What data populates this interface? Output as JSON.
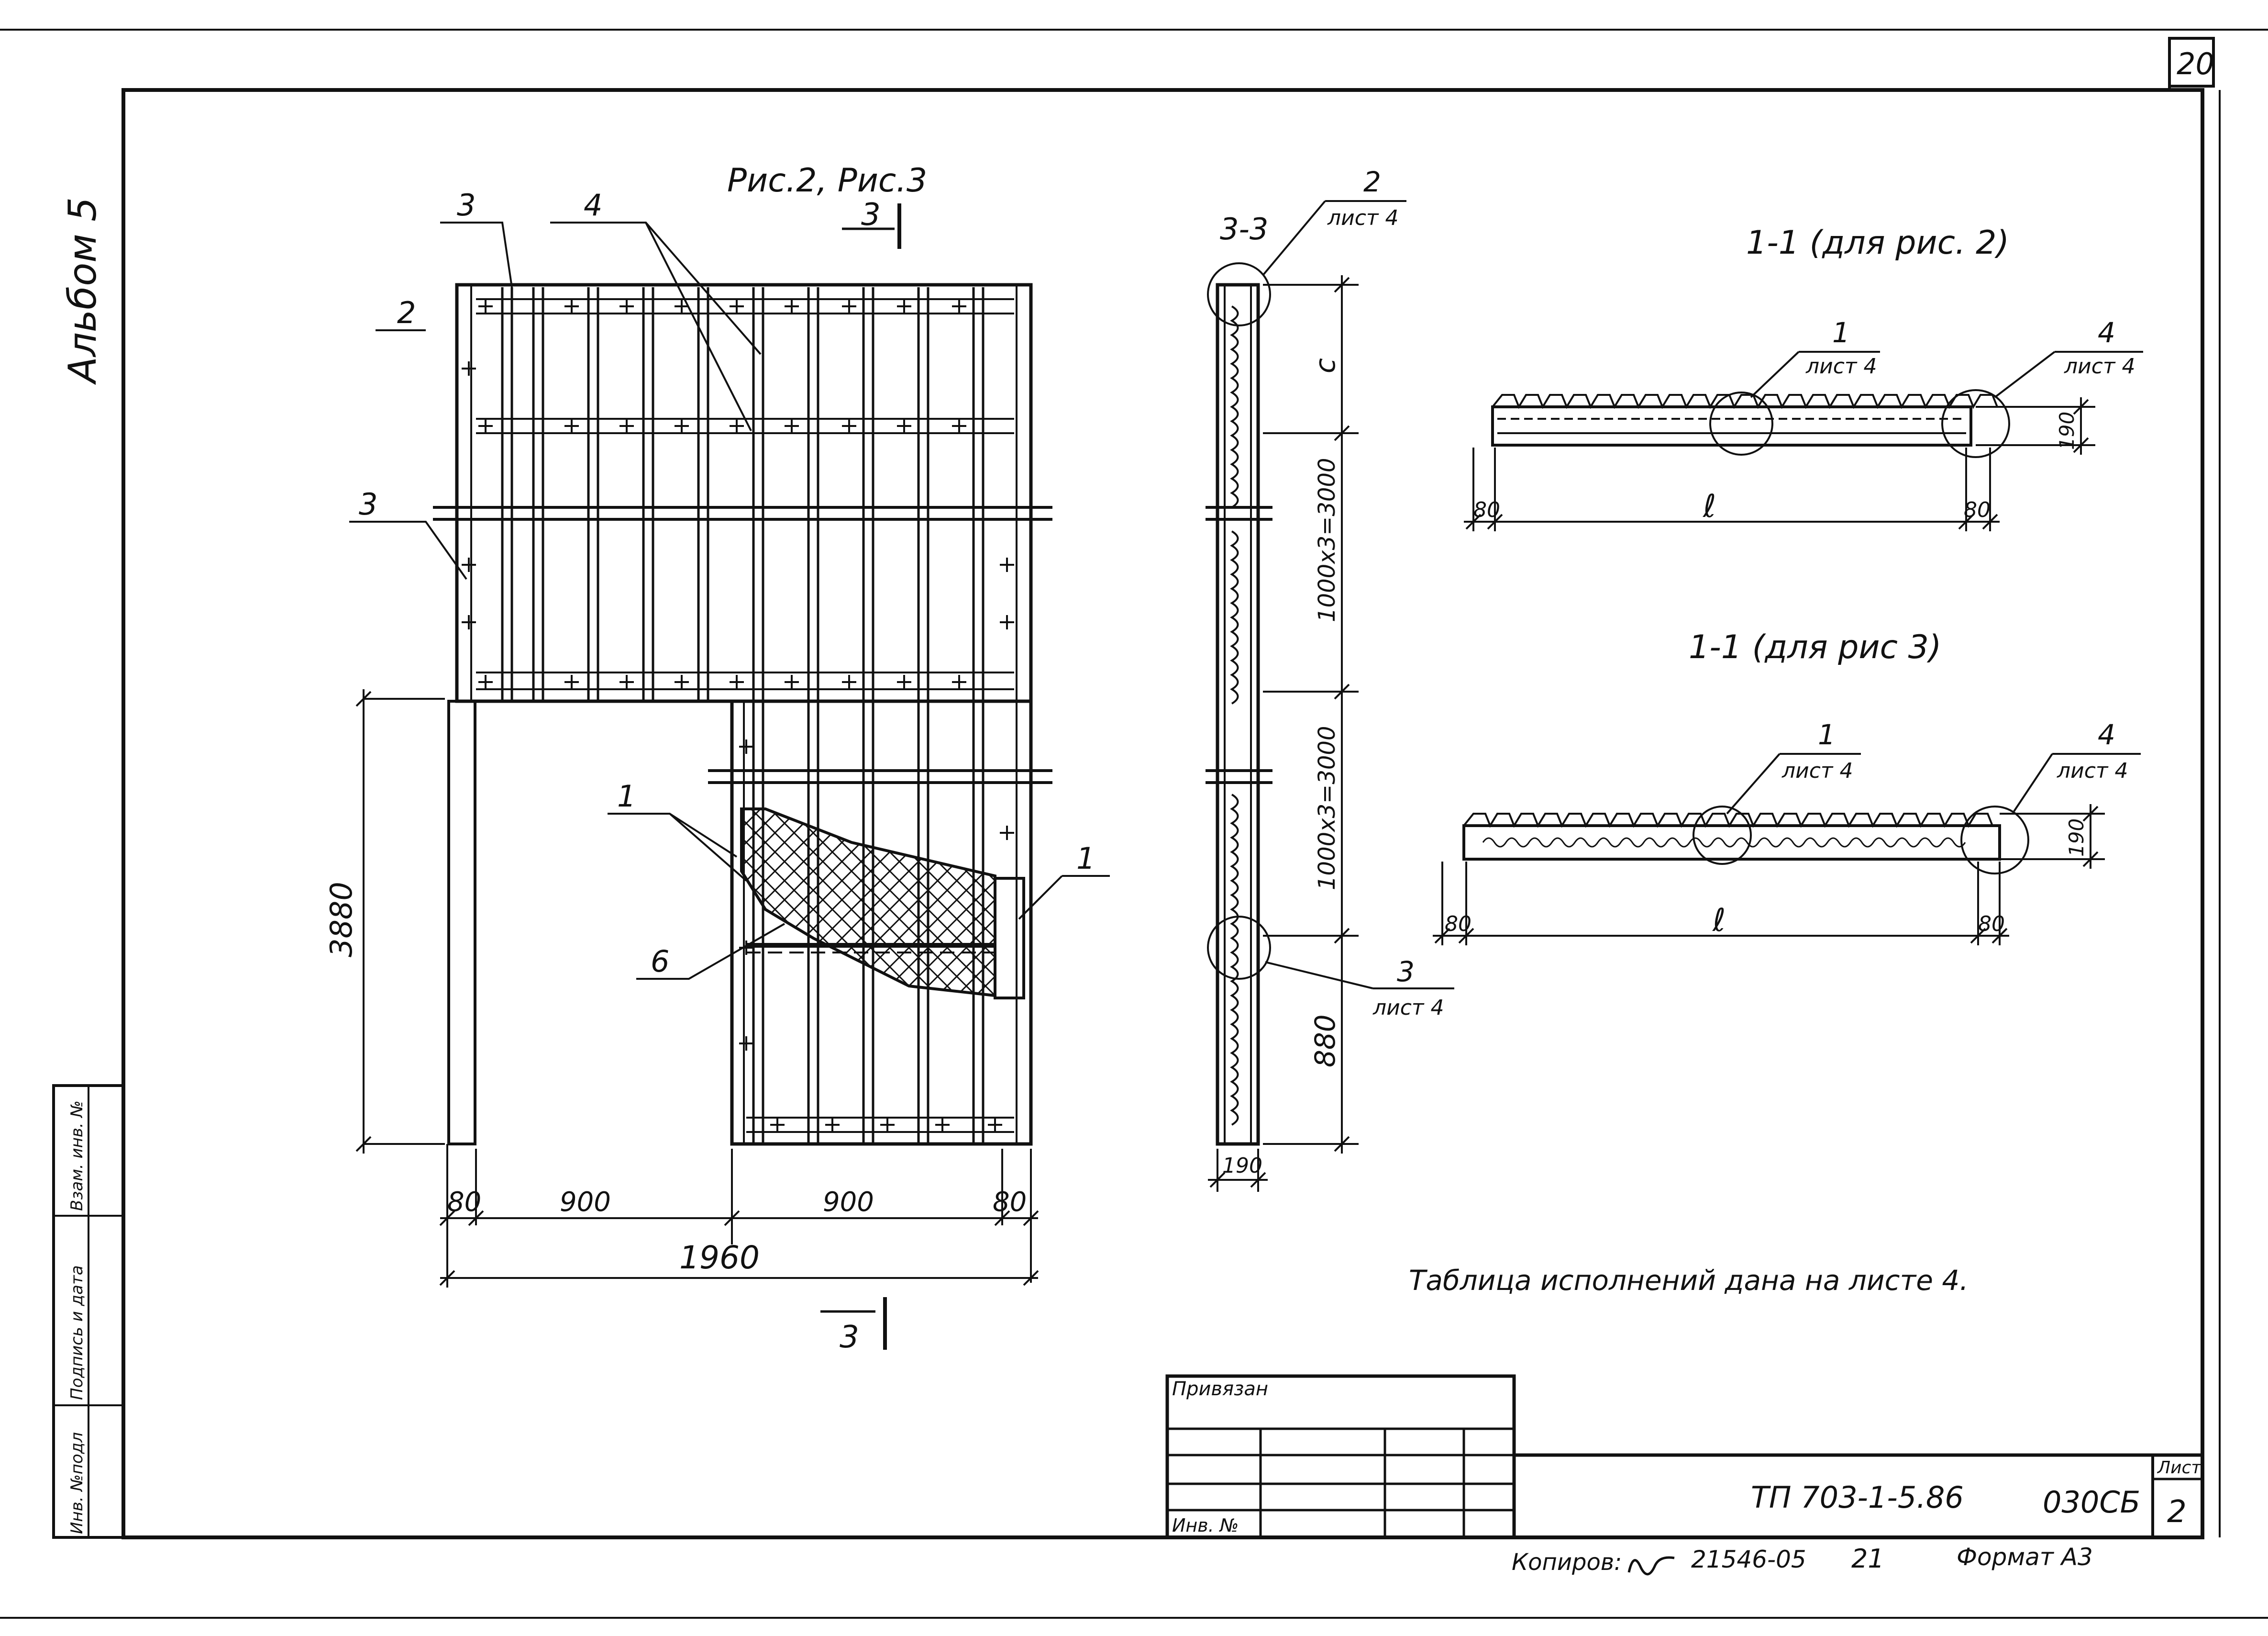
{
  "sheet_number": "20",
  "side_label": "Альбом 5",
  "figure_ref": "Рис.2, Рис.3",
  "section_mark": "3",
  "callouts_elevation": [
    "3",
    "4",
    "2",
    "3",
    "1",
    "6",
    "1"
  ],
  "dims_elevation": {
    "height": "3880",
    "bottom_left": "80",
    "bottom_mid1": "900",
    "bottom_mid2": "900",
    "bottom_right": "80",
    "total": "1960"
  },
  "section_33": {
    "title": "3-3",
    "ref_top_num": "2",
    "ref_top_sheet": "лист 4",
    "ref_bot_num": "3",
    "ref_bot_sheet": "лист 4",
    "dim_c": "c",
    "dim_mid1": "1000x3=3000",
    "dim_mid2": "1000x3=3000",
    "dim_880": "880",
    "dim_190": "190"
  },
  "section_11_fig2": {
    "title": "1-1 (для рис. 2)",
    "ref1_num": "1",
    "ref1_sheet": "лист 4",
    "ref4_num": "4",
    "ref4_sheet": "лист 4",
    "dim_190": "190",
    "dim_left": "80",
    "dim_l": "ℓ",
    "dim_right": "80"
  },
  "section_11_fig3": {
    "title": "1-1 (для рис 3)",
    "ref1_num": "1",
    "ref1_sheet": "лист 4",
    "ref4_num": "4",
    "ref4_sheet": "лист 4",
    "dim_190": "190",
    "dim_left": "80",
    "dim_l": "ℓ",
    "dim_right": "80"
  },
  "note": "Таблица исполнений дана на листе 4.",
  "title_block": {
    "bound": "Привязан",
    "inv_no": "Инв. №",
    "designation": "ТП 703-1-5.86",
    "code": "030СБ",
    "sheet_label": "Лист",
    "sheet_value": "2"
  },
  "side_stamp": [
    "Инв. №подл",
    "Подпись и дата",
    "Взам. инв. №"
  ],
  "footer": {
    "copied": "Копиров:",
    "number": "21546-05",
    "extra": "21",
    "format": "Формат А3"
  }
}
